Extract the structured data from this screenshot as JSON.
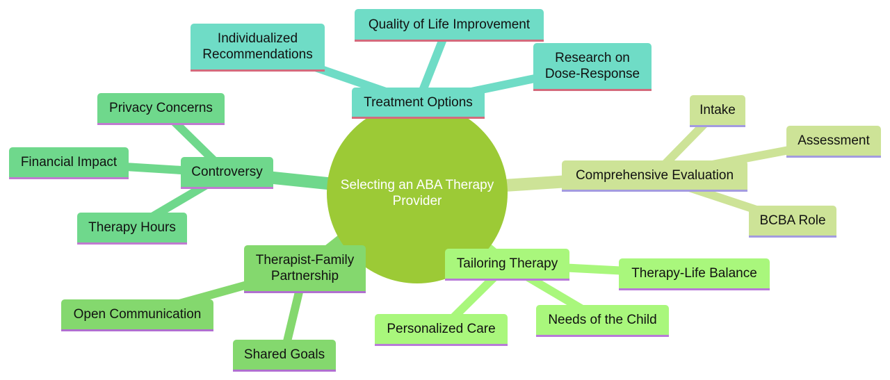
{
  "root": {
    "label": "Selecting an ABA Therapy Provider"
  },
  "colors": {
    "root": "#9cca36",
    "treatment": "#6fdcc6",
    "evaluation": "#cde397",
    "controversy": "#6fd88c",
    "partnership": "#84d86e",
    "tailoring": "#a9f77c"
  },
  "branches": {
    "treatment_options": {
      "label": "Treatment Options",
      "children": {
        "individualized": "Individualized Recommendations",
        "quality_of_life": "Quality of Life Improvement",
        "dose_response": "Research on Dose-Response"
      }
    },
    "comprehensive_evaluation": {
      "label": "Comprehensive Evaluation",
      "children": {
        "intake": "Intake",
        "assessment": "Assessment",
        "bcba_role": "BCBA Role"
      }
    },
    "controversy": {
      "label": "Controversy",
      "children": {
        "privacy": "Privacy Concerns",
        "financial": "Financial Impact",
        "therapy_hours": "Therapy Hours"
      }
    },
    "partnership": {
      "label": "Therapist-Family Partnership",
      "children": {
        "open_communication": "Open Communication",
        "shared_goals": "Shared Goals"
      }
    },
    "tailoring": {
      "label": "Tailoring Therapy",
      "children": {
        "balance": "Therapy-Life Balance",
        "personalized": "Personalized Care",
        "needs": "Needs of the Child"
      }
    }
  }
}
